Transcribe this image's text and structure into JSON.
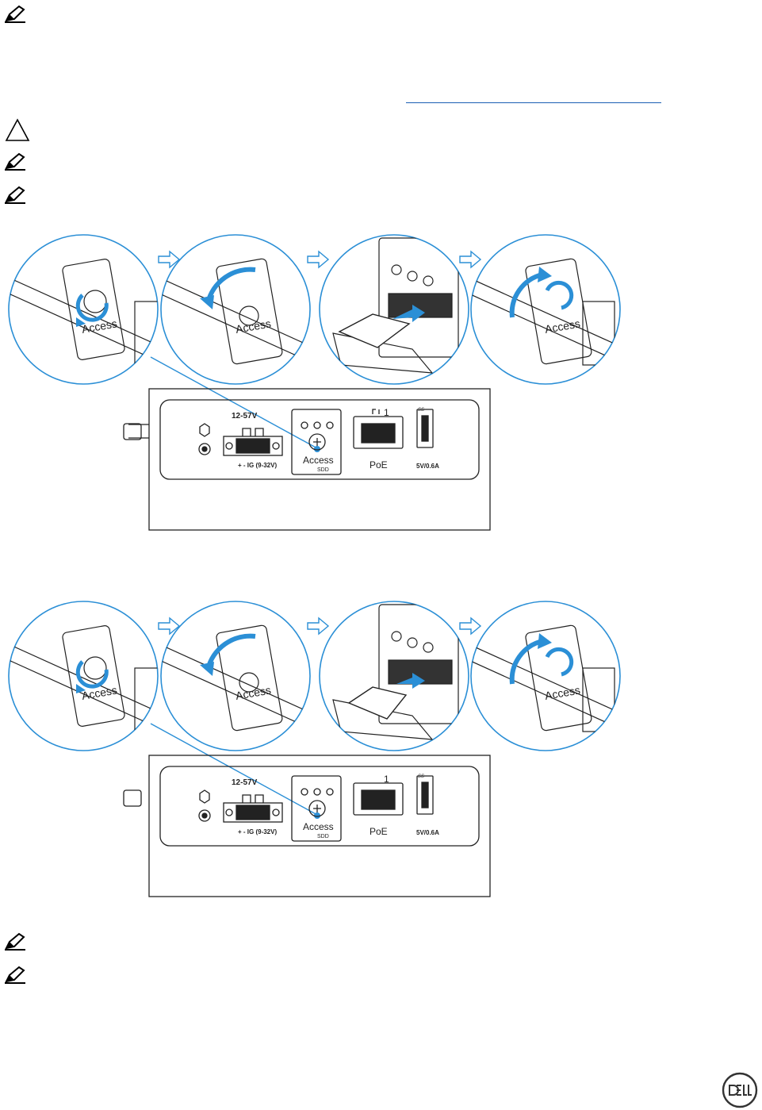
{
  "panel": {
    "power_label": "12-57V",
    "terminal_label": "+   -  IG (9-32V)",
    "access_label": "Access",
    "sdd_label": "SDD",
    "lan_number": "1",
    "poe_label": "PoE",
    "usb_rating": "5V/0.6A",
    "usb_logo": "SS"
  },
  "colors": {
    "accent": "#2b8fd6",
    "outline": "#222222",
    "link": "#1a5fb4"
  }
}
